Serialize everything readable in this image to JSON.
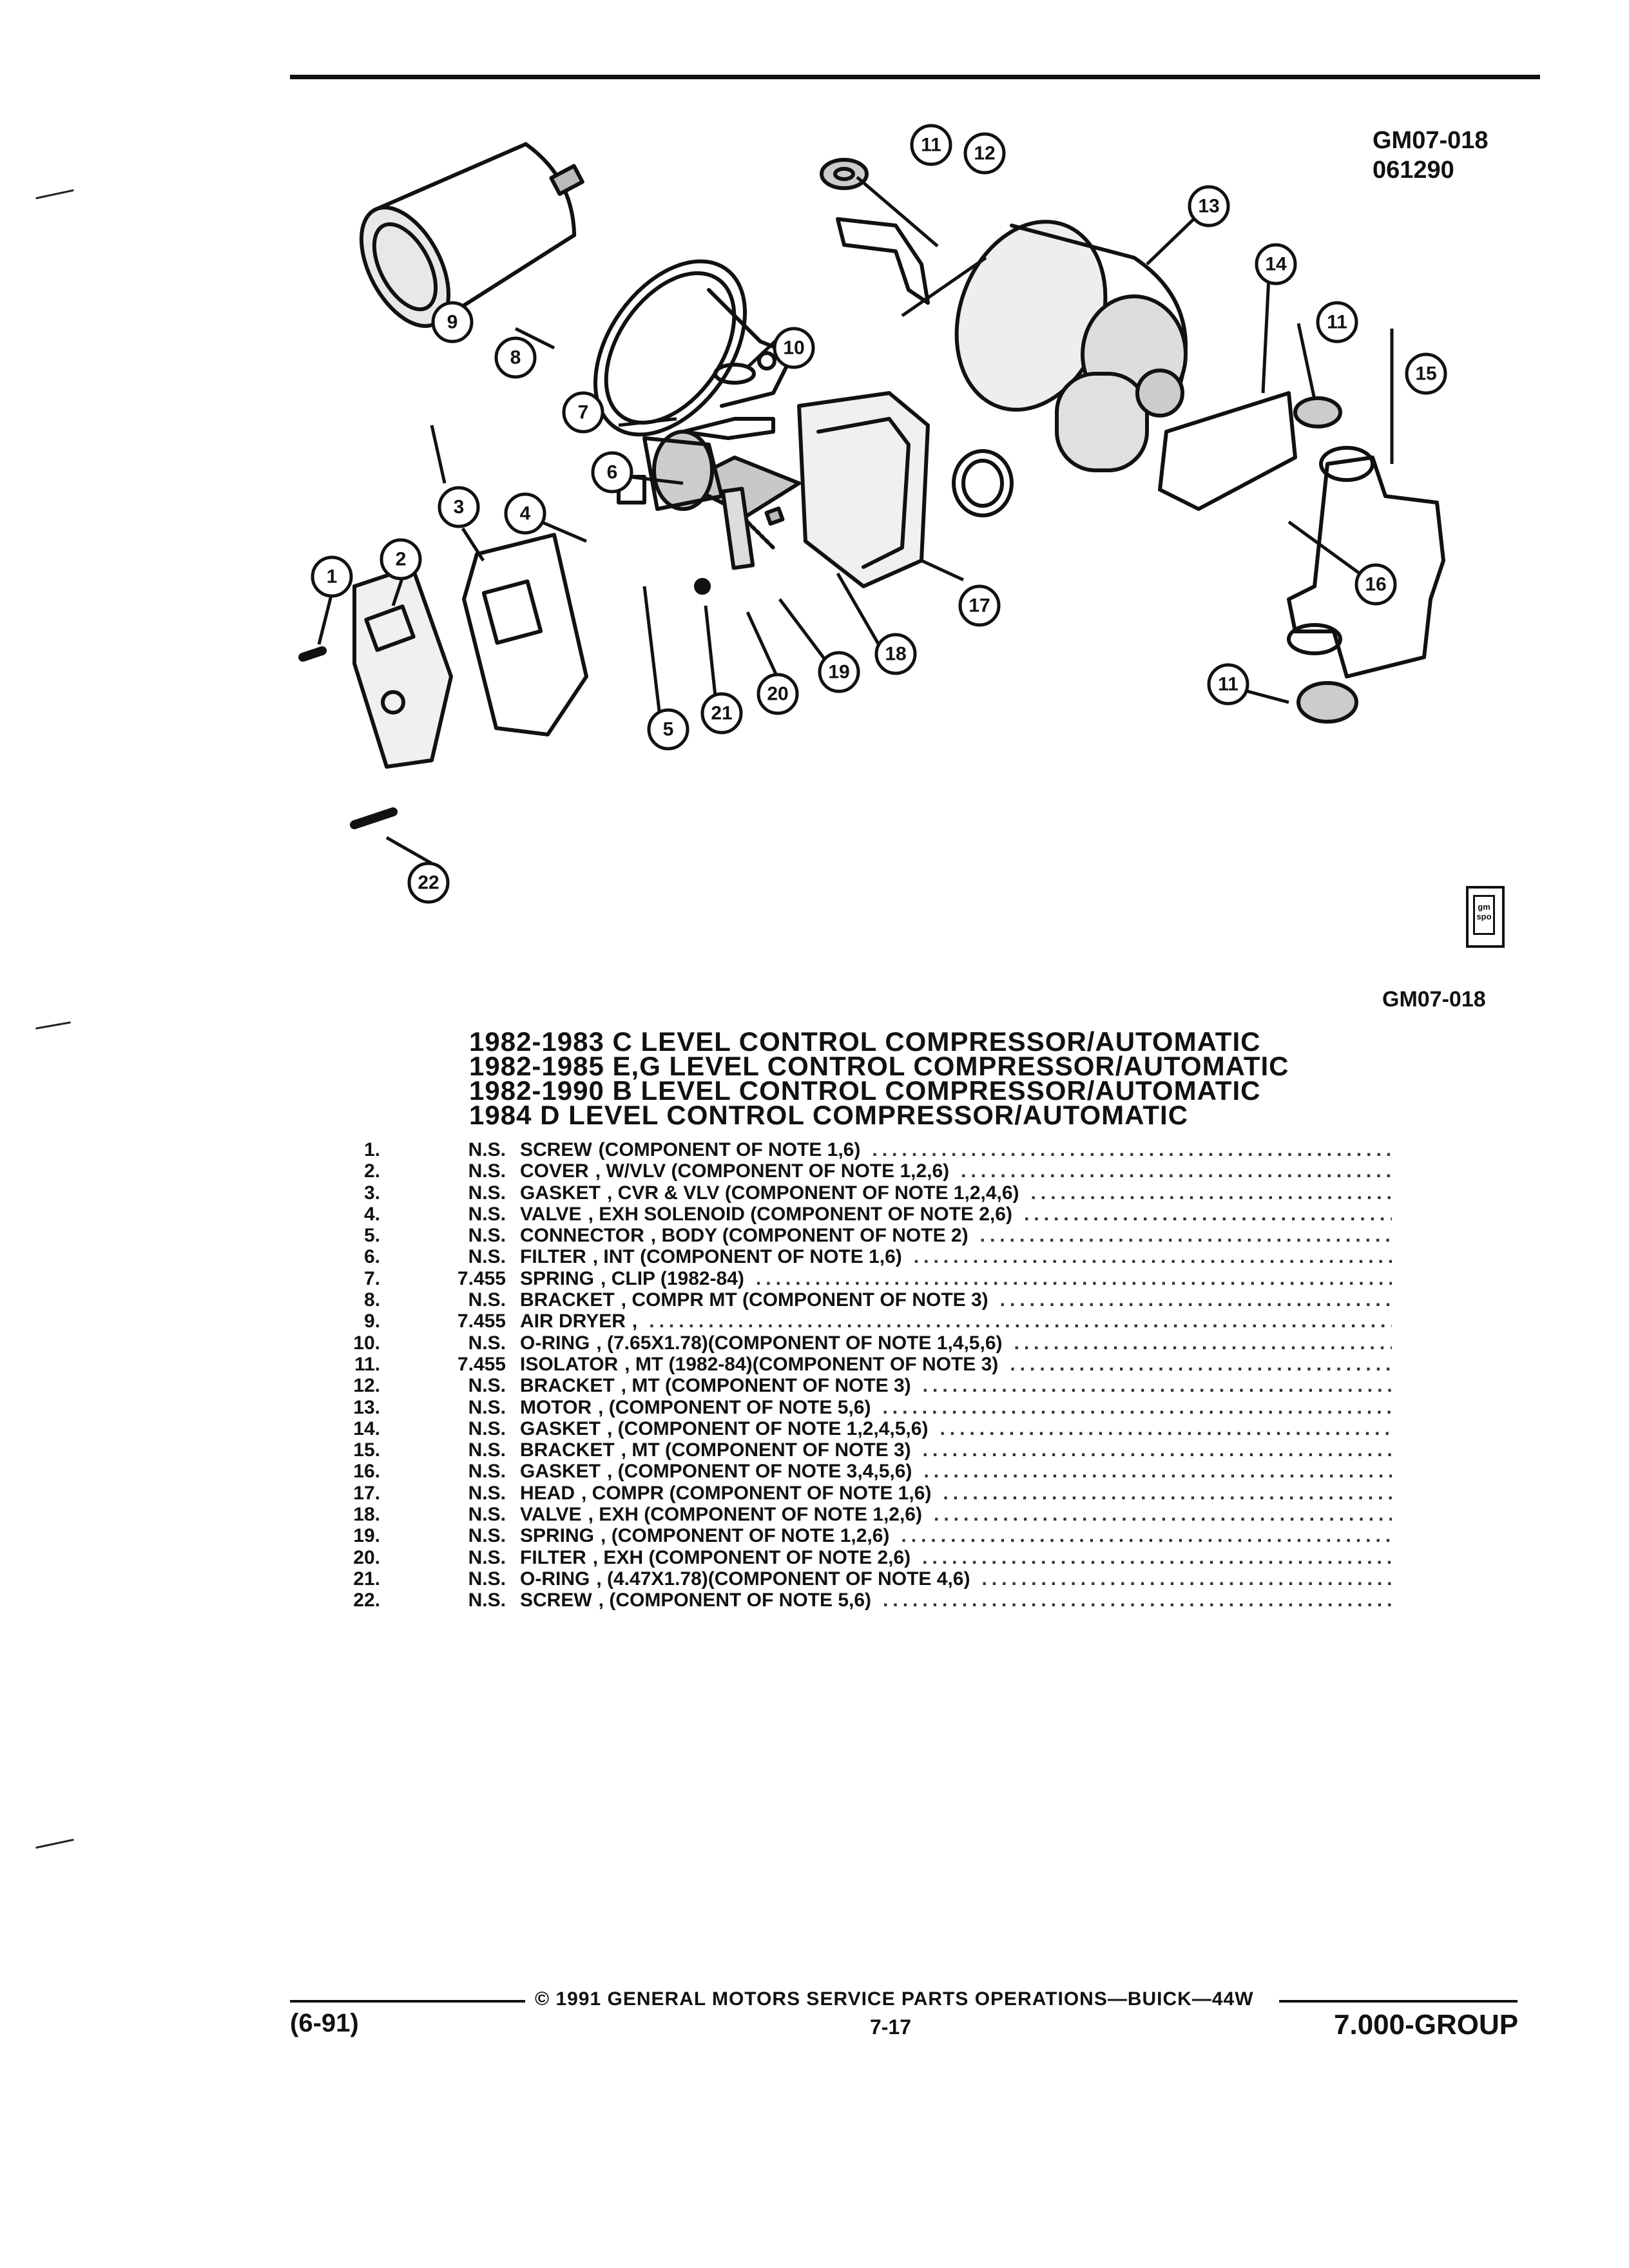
{
  "header": {
    "figure_code": "GM07-018",
    "figure_date": "061290"
  },
  "diagram": {
    "callouts": [
      "1",
      "2",
      "3",
      "4",
      "5",
      "6",
      "7",
      "8",
      "9",
      "10",
      "11",
      "12",
      "13",
      "14",
      "15",
      "16",
      "17",
      "18",
      "19",
      "20",
      "21",
      "22"
    ]
  },
  "logo": {
    "text_top": "gm",
    "text_bottom": "spo"
  },
  "figure_code_2": "GM07-018",
  "titles": [
    "1982-1983 C LEVEL CONTROL COMPRESSOR/AUTOMATIC",
    "1982-1985 E,G LEVEL CONTROL COMPRESSOR/AUTOMATIC",
    "1982-1990 B LEVEL CONTROL COMPRESSOR/AUTOMATIC",
    "1984 D LEVEL CONTROL COMPRESSOR/AUTOMATIC"
  ],
  "parts": [
    {
      "num": "1.",
      "code": "N.S.",
      "name": "SCREW",
      "desc": "(COMPONENT OF NOTE 1,6)"
    },
    {
      "num": "2.",
      "code": "N.S.",
      "name": "COVER",
      "desc": ", W/VLV (COMPONENT OF NOTE 1,2,6)"
    },
    {
      "num": "3.",
      "code": "N.S.",
      "name": "GASKET",
      "desc": ", CVR & VLV (COMPONENT OF NOTE 1,2,4,6)"
    },
    {
      "num": "4.",
      "code": "N.S.",
      "name": "VALVE",
      "desc": ", EXH SOLENOID (COMPONENT OF NOTE 2,6)"
    },
    {
      "num": "5.",
      "code": "N.S.",
      "name": "CONNECTOR",
      "desc": ", BODY (COMPONENT OF NOTE 2)"
    },
    {
      "num": "6.",
      "code": "N.S.",
      "name": "FILTER",
      "desc": ", INT (COMPONENT OF NOTE 1,6)"
    },
    {
      "num": "7.",
      "code": "7.455",
      "name": "SPRING",
      "desc": ", CLIP (1982-84)"
    },
    {
      "num": "8.",
      "code": "N.S.",
      "name": "BRACKET",
      "desc": ", COMPR MT (COMPONENT OF NOTE 3)"
    },
    {
      "num": "9.",
      "code": "7.455",
      "name": "AIR DRYER",
      "desc": ","
    },
    {
      "num": "10.",
      "code": "N.S.",
      "name": "O-RING",
      "desc": ", (7.65X1.78)(COMPONENT OF NOTE 1,4,5,6)"
    },
    {
      "num": "11.",
      "code": "7.455",
      "name": "ISOLATOR",
      "desc": ", MT (1982-84)(COMPONENT OF NOTE 3)"
    },
    {
      "num": "12.",
      "code": "N.S.",
      "name": "BRACKET",
      "desc": ", MT (COMPONENT OF NOTE 3)"
    },
    {
      "num": "13.",
      "code": "N.S.",
      "name": "MOTOR",
      "desc": ", (COMPONENT OF NOTE 5,6)"
    },
    {
      "num": "14.",
      "code": "N.S.",
      "name": "GASKET",
      "desc": ", (COMPONENT OF NOTE 1,2,4,5,6)"
    },
    {
      "num": "15.",
      "code": "N.S.",
      "name": "BRACKET",
      "desc": ", MT (COMPONENT OF NOTE 3)"
    },
    {
      "num": "16.",
      "code": "N.S.",
      "name": "GASKET",
      "desc": ", (COMPONENT OF NOTE 3,4,5,6)"
    },
    {
      "num": "17.",
      "code": "N.S.",
      "name": "HEAD",
      "desc": ", COMPR (COMPONENT OF NOTE 1,6)"
    },
    {
      "num": "18.",
      "code": "N.S.",
      "name": "VALVE",
      "desc": ", EXH (COMPONENT OF NOTE 1,2,6)"
    },
    {
      "num": "19.",
      "code": "N.S.",
      "name": "SPRING",
      "desc": ", (COMPONENT OF NOTE 1,2,6)"
    },
    {
      "num": "20.",
      "code": "N.S.",
      "name": "FILTER",
      "desc": ", EXH (COMPONENT OF NOTE 2,6)"
    },
    {
      "num": "21.",
      "code": "N.S.",
      "name": "O-RING",
      "desc": ", (4.47X1.78)(COMPONENT OF NOTE 4,6)"
    },
    {
      "num": "22.",
      "code": "N.S.",
      "name": "SCREW",
      "desc": ", (COMPONENT OF NOTE 5,6)"
    }
  ],
  "footer": {
    "copyright": "© 1991 GENERAL MOTORS SERVICE PARTS OPERATIONS—BUICK—44W",
    "date_code": "(6-91)",
    "page_number": "7-17",
    "group_code": "7.000-GROUP"
  }
}
